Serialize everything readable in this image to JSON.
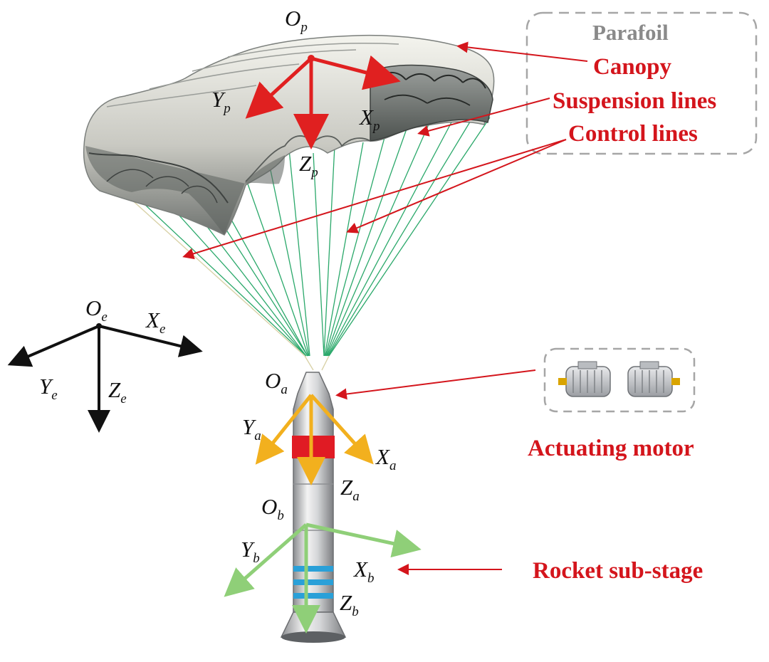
{
  "legend": {
    "group_title": "Parafoil",
    "canopy": "Canopy",
    "suspension": "Suspension lines",
    "control": "Control lines",
    "motor": "Actuating motor",
    "rocket": "Rocket sub-stage"
  },
  "frames": {
    "parafoil": {
      "origin": "O",
      "origin_sub": "p",
      "x": "X",
      "x_sub": "p",
      "y": "Y",
      "y_sub": "p",
      "z": "Z",
      "z_sub": "p"
    },
    "earth": {
      "origin": "O",
      "origin_sub": "e",
      "x": "X",
      "x_sub": "e",
      "y": "Y",
      "y_sub": "e",
      "z": "Z",
      "z_sub": "e"
    },
    "actuator": {
      "origin": "O",
      "origin_sub": "a",
      "x": "X",
      "x_sub": "a",
      "y": "Y",
      "y_sub": "a",
      "z": "Z",
      "z_sub": "a"
    },
    "body": {
      "origin": "O",
      "origin_sub": "b",
      "x": "X",
      "x_sub": "b",
      "y": "Y",
      "y_sub": "b",
      "z": "Z",
      "z_sub": "b"
    }
  },
  "colors": {
    "label_red": "#d4151c",
    "pointer_red": "#d4151c",
    "parafoil_axes": "#e02020",
    "actuator_axes": "#f2b01e",
    "body_axes": "#8fcf78",
    "earth_axes": "#111111",
    "lines_green": "#2aa86a",
    "stripe_red": "#e01b24",
    "stripe_blue": "#2aa0d8"
  }
}
